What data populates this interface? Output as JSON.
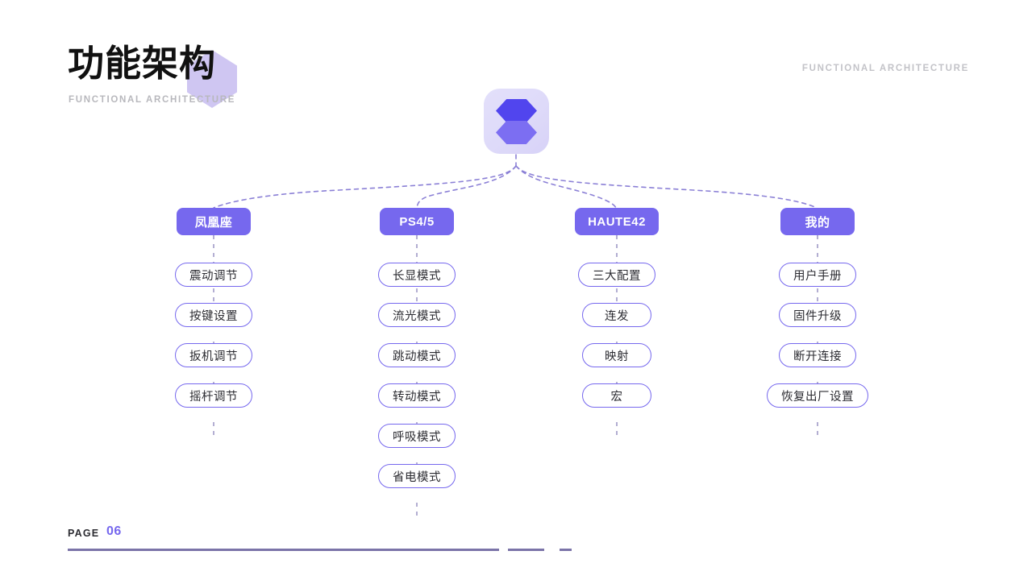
{
  "header": {
    "title": "功能架构",
    "subtitle": "FUNCTIONAL ARCHITECTURE",
    "eyebrow": "FUNCTIONAL ARCHITECTURE"
  },
  "logo": {
    "name": "stacked-hexagon-logo"
  },
  "tree": {
    "branches": [
      {
        "label": "凤凰座",
        "children": [
          "震动调节",
          "按键设置",
          "扳机调节",
          "摇杆调节"
        ]
      },
      {
        "label": "PS4/5",
        "children": [
          "长显模式",
          "流光模式",
          "跳动模式",
          "转动模式",
          "呼吸模式",
          "省电模式"
        ]
      },
      {
        "label": "HAUTE42",
        "children": [
          "三大配置",
          "连发",
          "映射",
          "宏"
        ]
      },
      {
        "label": "我的",
        "children": [
          "用户手册",
          "固件升级",
          "断开连接",
          "恢复出厂设置"
        ]
      }
    ]
  },
  "footer": {
    "page_label": "PAGE",
    "page_number": "06"
  },
  "colors": {
    "accent": "#7668ee",
    "accent_deep": "#5145ee",
    "accent_soft": "#cfc6f2",
    "connector": "#8b80d6",
    "rule": "#7b74a8",
    "muted_text": "#c3c3c8"
  }
}
